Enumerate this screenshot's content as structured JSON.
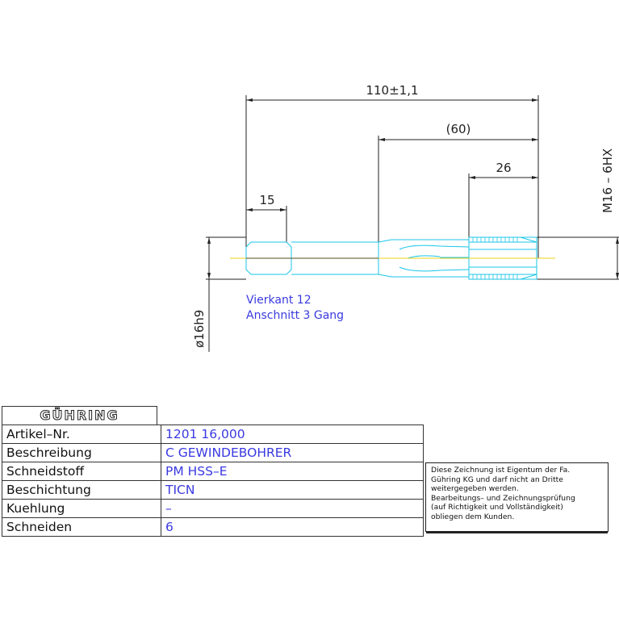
{
  "dimensions": {
    "overall_length": "110±1,1",
    "flute_length": "(60)",
    "thread_length": "26",
    "square_length": "15",
    "thread_spec": "M16 – 6HX",
    "shank_diameter": "ø16h9"
  },
  "notes": {
    "line1": "Vierkant 12",
    "line2": "Anschnitt 3 Gang"
  },
  "title_block": {
    "logo": "GÜHRING",
    "rows": [
      {
        "label": "Artikel–Nr.",
        "value": "1201 16,000"
      },
      {
        "label": "Beschreibung",
        "value": "C GEWINDEBOHRER"
      },
      {
        "label": "Schneidstoff",
        "value": "PM HSS–E"
      },
      {
        "label": "Beschichtung",
        "value": "TICN"
      },
      {
        "label": "Kuehlung",
        "value": "–"
      },
      {
        "label": "Schneiden",
        "value": "6"
      }
    ]
  },
  "notice": {
    "line1": "Diese Zeichnung ist Eigentum der Fa.",
    "line2": "Gühring KG und darf nicht an Dritte",
    "line3": "weitergegeben werden.",
    "line4": "Bearbeitungs– und Zeichnungsprüfung",
    "line5": "(auf Richtigkeit und Vollständigkeit)",
    "line6": "obliegen dem Kunden."
  },
  "colors": {
    "part_outline": "#19c6e8",
    "center_line": "#e8d21a",
    "dimension": "#222222",
    "note_text": "#3a3ae0"
  }
}
